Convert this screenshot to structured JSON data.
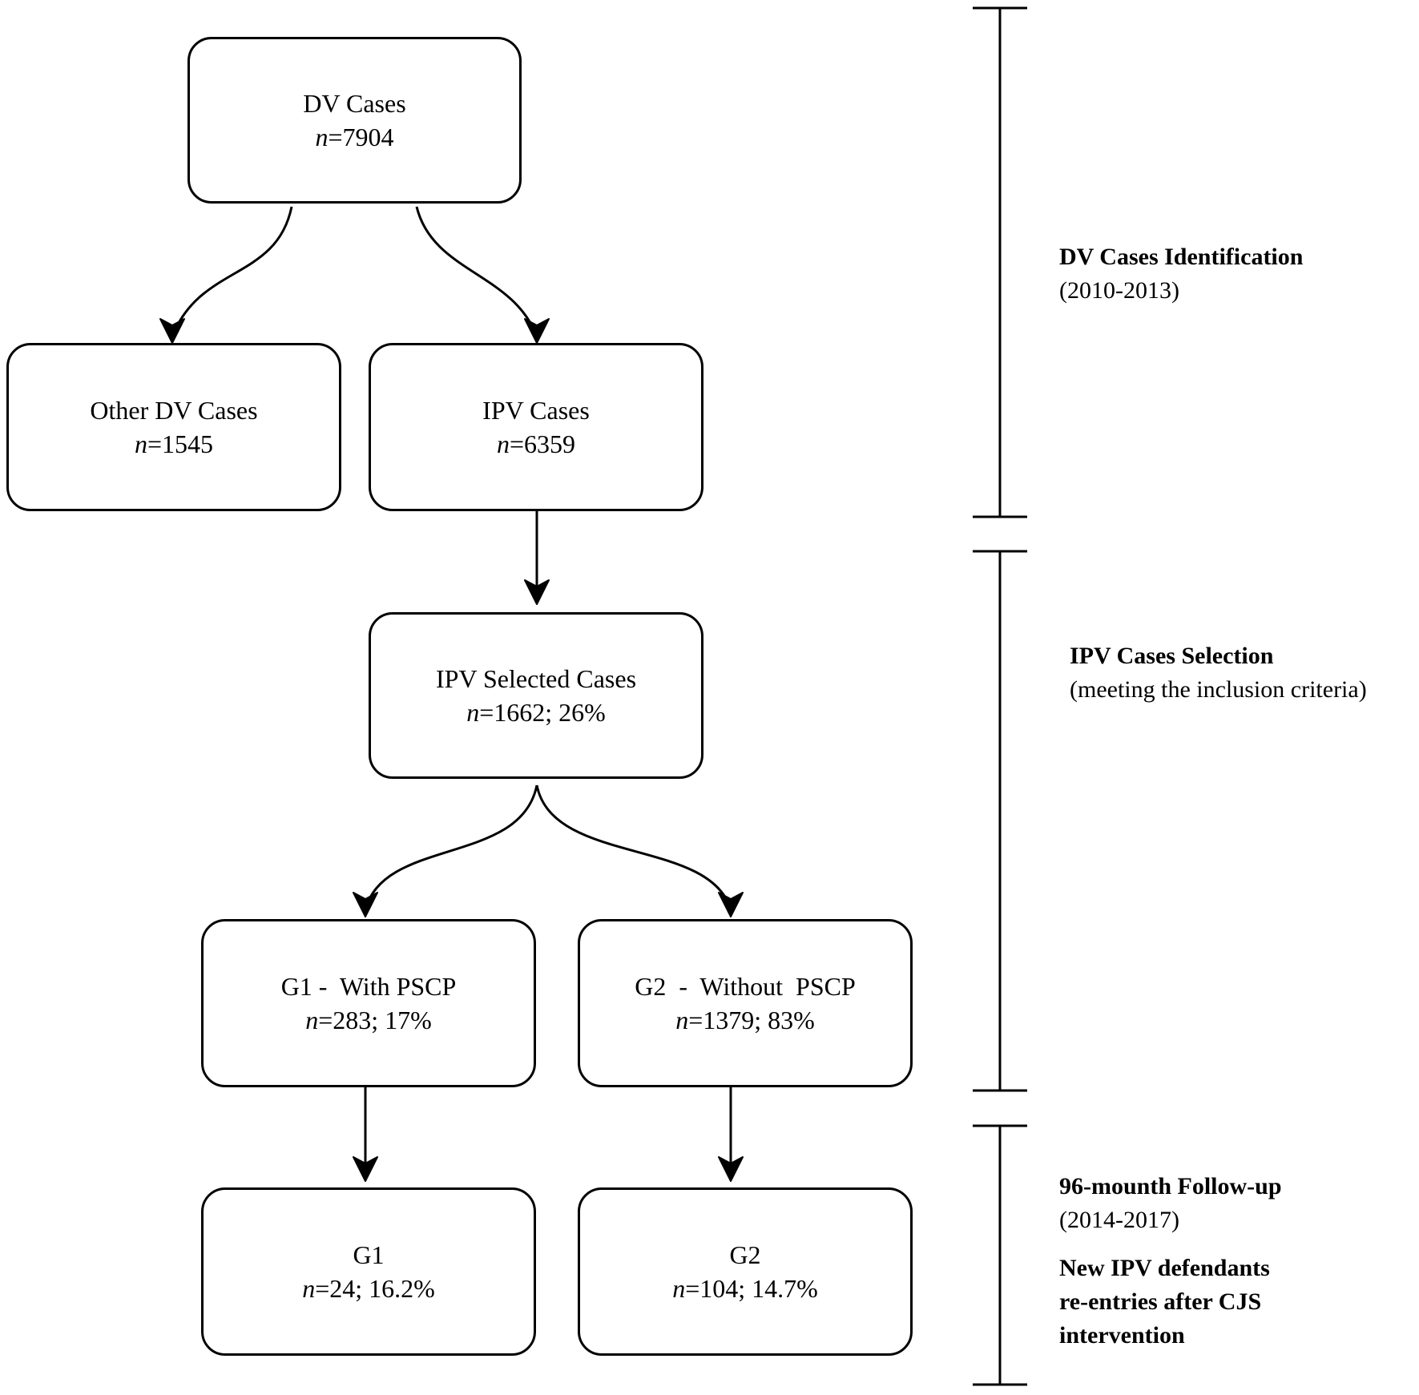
{
  "boxes": {
    "dv": {
      "title": "DV Cases",
      "n_label": "n",
      "value": "=7904"
    },
    "other_dv": {
      "title": "Other DV Cases",
      "n_label": "n",
      "value": "=1545"
    },
    "ipv": {
      "title": "IPV Cases",
      "n_label": "n",
      "value": "=6359"
    },
    "ipv_selected": {
      "title": "IPV Selected Cases",
      "n_label": "n",
      "value": "=1662; 26%"
    },
    "g1_with": {
      "title": "G1 -  With PSCP",
      "n_label": "n",
      "value": "=283; 17%"
    },
    "g2_without": {
      "title": "G2  -  Without  PSCP",
      "n_label": "n",
      "value": "=1379; 83%"
    },
    "g1_follow": {
      "title": "G1",
      "n_label": "n",
      "value": "=24; 16.2%"
    },
    "g2_follow": {
      "title": "G2",
      "n_label": "n",
      "value": "=104; 14.7%"
    }
  },
  "phases": {
    "identification": {
      "heading": "DV Cases Identification",
      "sub": "(2010-2013)"
    },
    "selection": {
      "heading": "IPV Cases Selection",
      "sub": "(meeting the inclusion criteria)"
    },
    "followup": {
      "heading": "96-mounth Follow-up",
      "sub": "(2014-2017)",
      "note_lines": [
        "New IPV defendants",
        "re-entries after CJS",
        "intervention"
      ]
    }
  }
}
